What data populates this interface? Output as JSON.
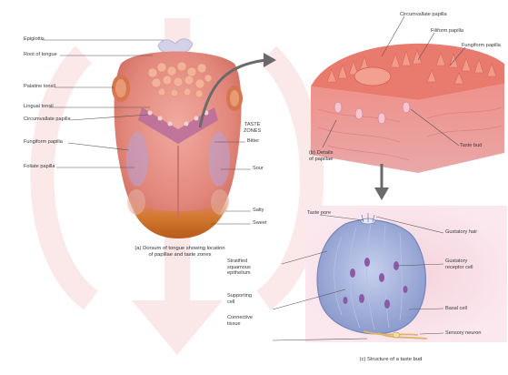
{
  "tongue_labels": {
    "epiglottis": "Epiglottis",
    "root": "Root of tongue",
    "palatine_tonsil": "Palatine tonsil",
    "lingual_tonsil": "Lingual tonsil",
    "circumvallate": "Circumvallate papilla",
    "fungiform": "Fungiform papilla",
    "foliate": "Foliate papilla",
    "taste_zones": "TASTE\nZONES",
    "bitter": "Bitter",
    "sour": "Sour",
    "salty": "Salty",
    "sweet": "Sweet"
  },
  "papilla_labels": {
    "circumvallate": "Circumvallate papilla",
    "filiform": "Filiform papilla",
    "fungiform": "Fungiform papilla",
    "taste_bud": "Taste bud"
  },
  "bud_labels": {
    "taste_pore": "Taste pore",
    "gustatory_hair": "Gustatory hair",
    "gustatory_cell": "Gustatory\nreceptor cell",
    "stratified": "Stratified\nsquamous\nepithelium",
    "supporting": "Supporting\ncell",
    "basal": "Basal cell",
    "connective": "Connective\ntissue",
    "sensory": "Sensory neuron"
  },
  "captions": {
    "a": "(a) Dorsum of tongue showing location\nof papillae and taste zones",
    "b": "(b) Details\nof papillae",
    "c": "(c) Structure of a taste bud"
  },
  "colors": {
    "tongue_pink": "#e58f84",
    "tongue_tip": "#c86a2a",
    "bud_blue": "#6f7fb7",
    "watermark": "#f6d6d6"
  }
}
